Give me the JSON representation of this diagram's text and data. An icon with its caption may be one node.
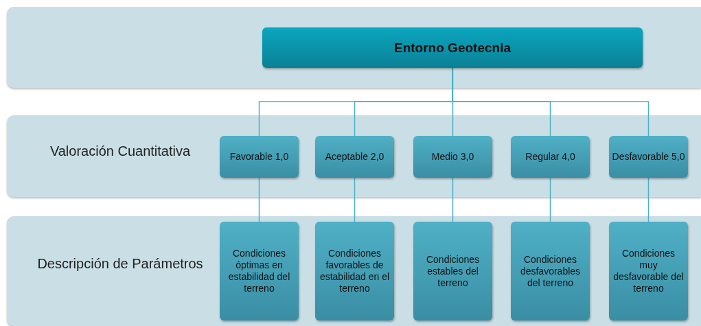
{
  "diagram": {
    "nodes": [
      {
        "text": [],
        "shape": "box"
      },
      {
        "text": [
          "Entorno Geotecnia"
        ],
        "in": 0
      },
      {
        "text": [
          "Valoración Cuantitativa"
        ]
      },
      {
        "text": [
          "Favorable 1,0"
        ],
        "in": 2
      },
      {
        "text": [
          "Aceptable 2,0"
        ],
        "in": 2
      },
      {
        "text": [
          "Medio 3,0"
        ],
        "in": 2
      },
      {
        "text": [
          "Regular 4,0"
        ],
        "in": 2
      },
      {
        "text": [
          "Desfavorable 5,0"
        ],
        "in": 2
      },
      {
        "text": [
          "Descripción de Parámetros"
        ]
      },
      {
        "text": [
          "Condiciones óptimas en estabilidad del terreno"
        ],
        "in": 8
      },
      {
        "text": [
          "Condiciones favorables de estabilidad en el terreno"
        ],
        "in": 8
      },
      {
        "text": [
          "Condiciones estables del terreno"
        ],
        "in": 8
      },
      {
        "text": [
          "Condiciones desfavorables del terreno"
        ],
        "in": 8
      },
      {
        "text": [
          "Condiciones muy desfavorable del terreno"
        ],
        "in": 8
      }
    ],
    "edges": [
      {
        "from": 1,
        "to": 3,
        "arrow": "none"
      },
      {
        "from": 1,
        "to": 4,
        "arrow": "none"
      },
      {
        "from": 1,
        "to": 5,
        "arrow": "none"
      },
      {
        "from": 1,
        "to": 6,
        "arrow": "none"
      },
      {
        "from": 1,
        "to": 7,
        "arrow": "none"
      },
      {
        "from": 3,
        "to": 9,
        "arrow": "none"
      },
      {
        "from": 4,
        "to": 10,
        "arrow": "none"
      },
      {
        "from": 5,
        "to": 11,
        "arrow": "none"
      },
      {
        "from": 6,
        "to": 12,
        "arrow": "none"
      },
      {
        "from": 7,
        "to": 13,
        "arrow": "none"
      }
    ]
  }
}
